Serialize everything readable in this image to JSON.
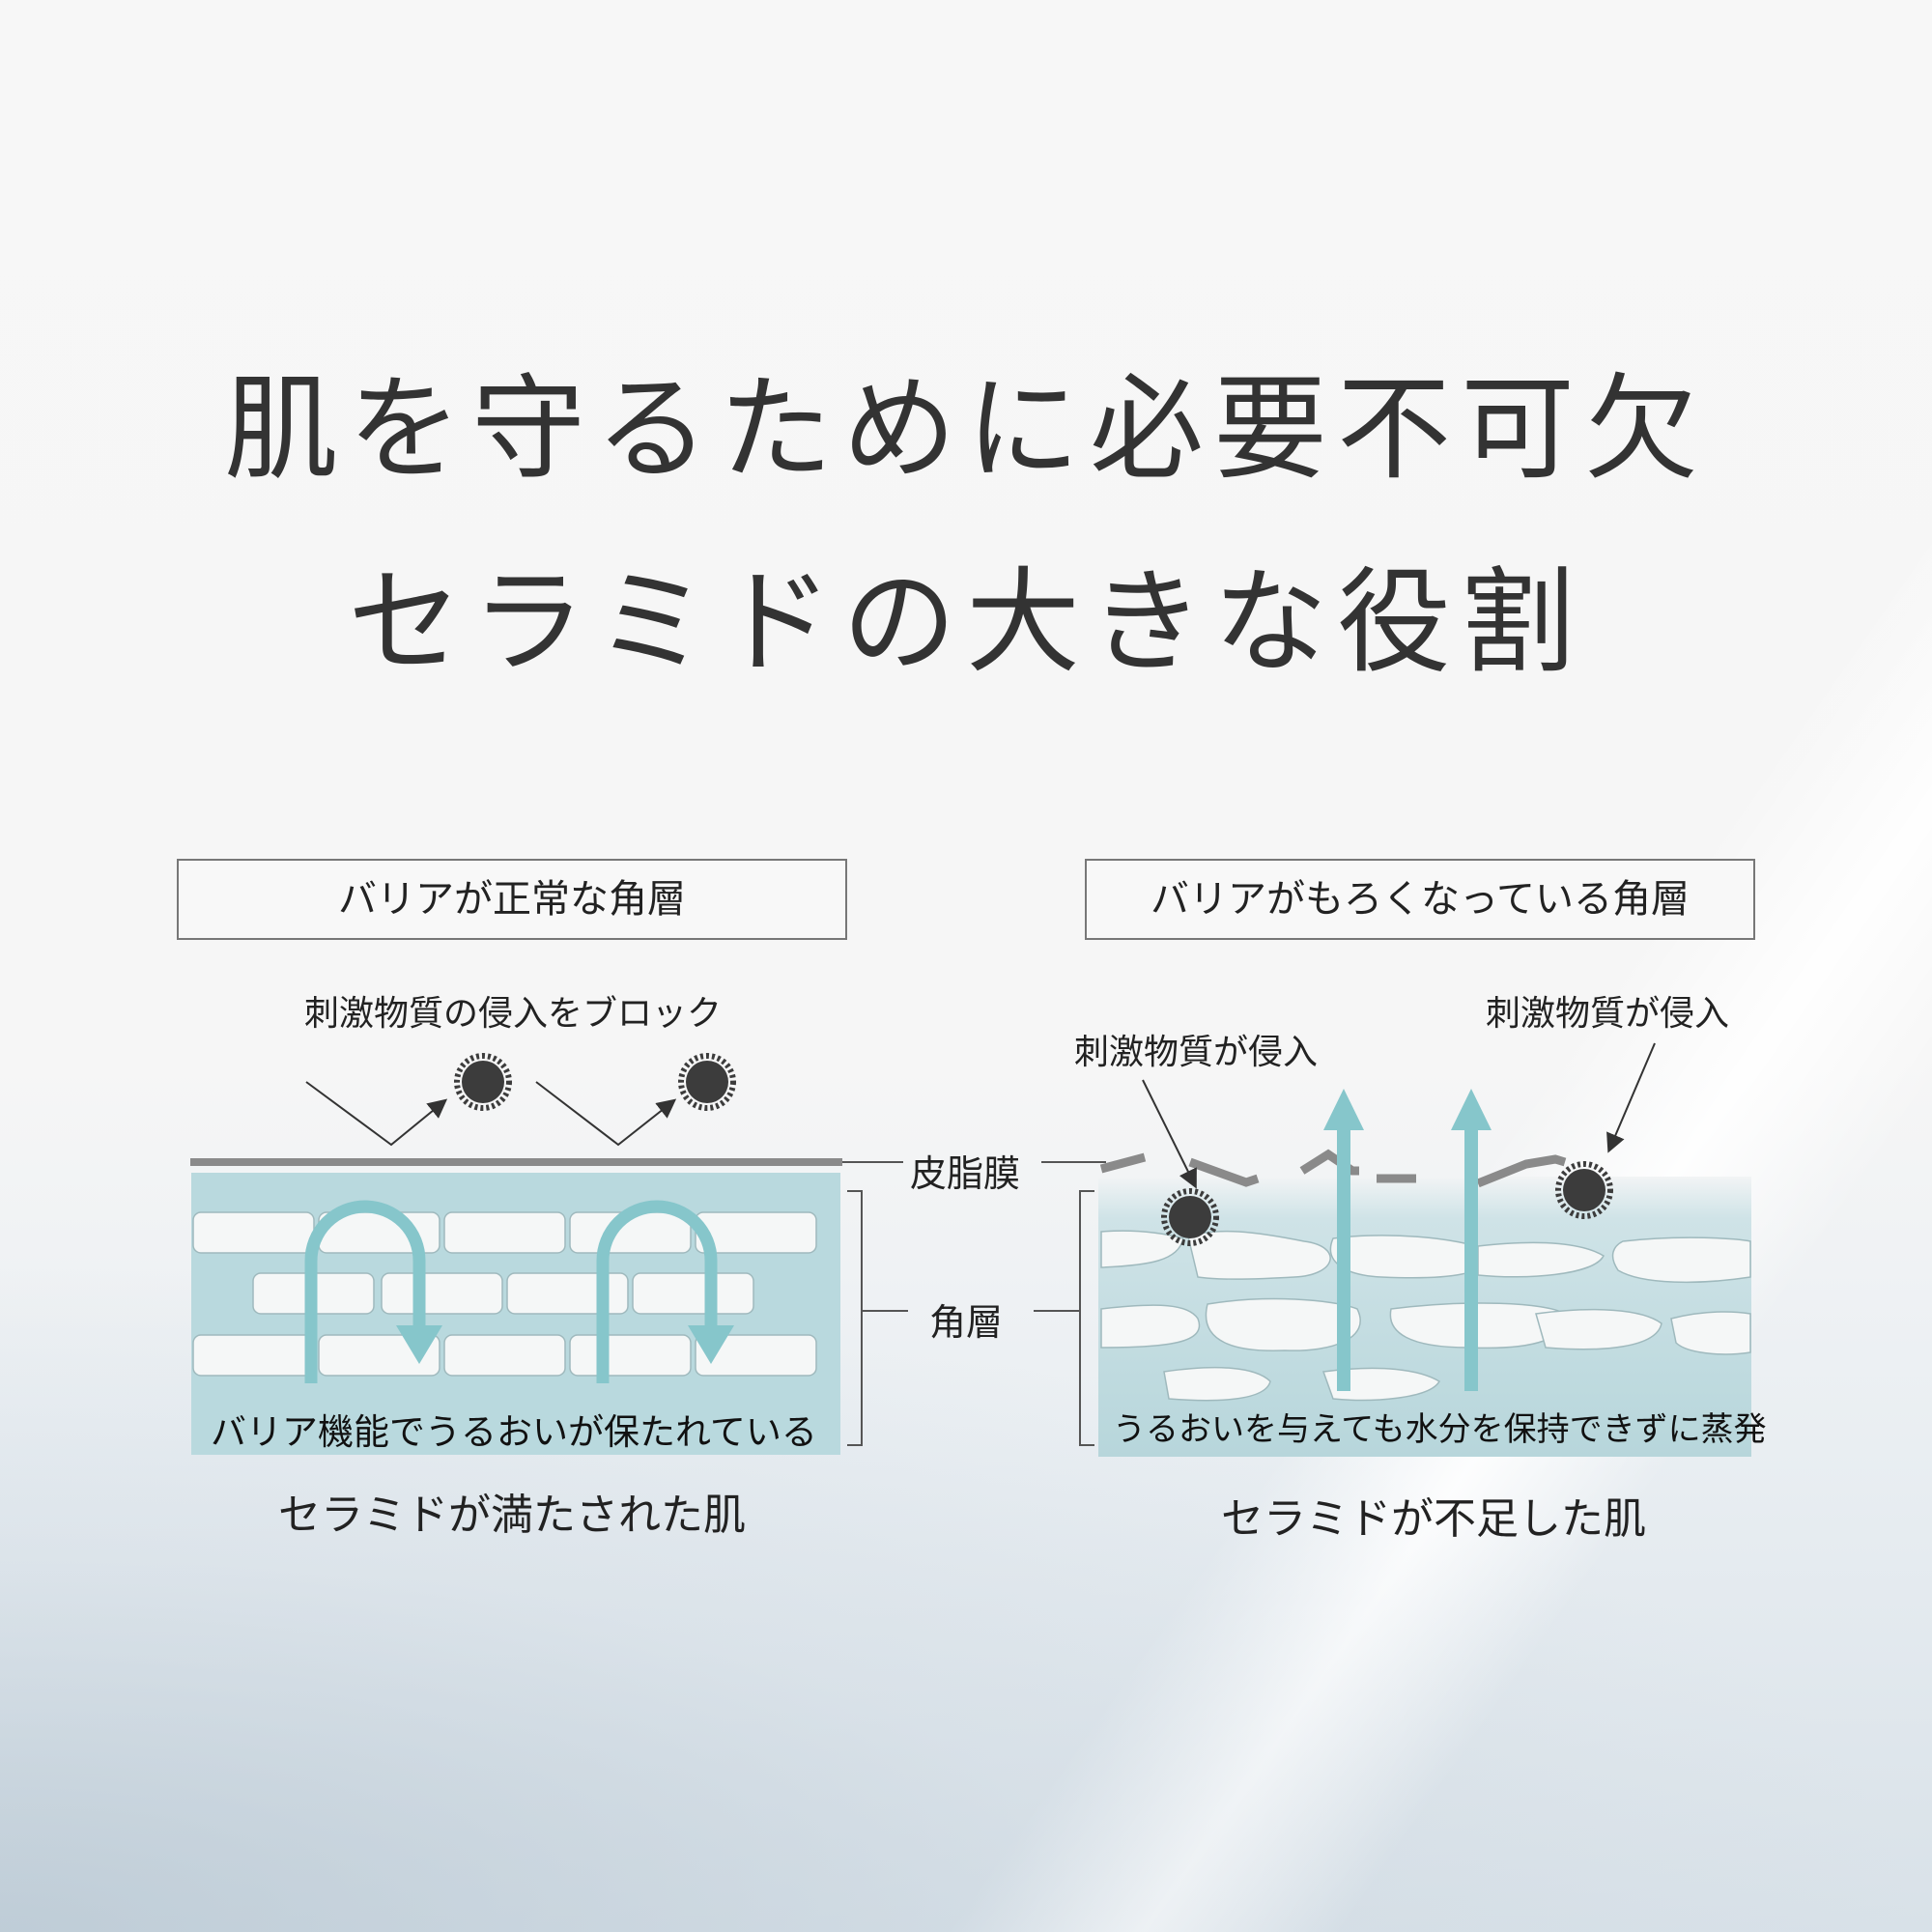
{
  "heading": {
    "line1": "肌を守るために必要不可欠",
    "line2": "セラミドの大きな役割"
  },
  "left_panel": {
    "header": "バリアが正常な角層",
    "callout": "刺激物質の侵入をブロック",
    "inner_text": "バリア機能でうるおいが保たれている",
    "caption": "セラミドが満たされた肌"
  },
  "right_panel": {
    "header": "バリアがもろくなっている角層",
    "callout_left": "刺激物質が侵入",
    "callout_right": "刺激物質が侵入",
    "inner_text": "うるおいを与えても水分を保持できずに蒸発",
    "caption": "セラミドが不足した肌"
  },
  "center_labels": {
    "sebum": "皮脂膜",
    "stratum_corneum": "角層"
  },
  "colors": {
    "layer_blue": "#b9d9de",
    "arrow_teal": "#86c6cb",
    "irritant": "#3c3c3c",
    "sebum_gray": "#8a8a8a"
  }
}
